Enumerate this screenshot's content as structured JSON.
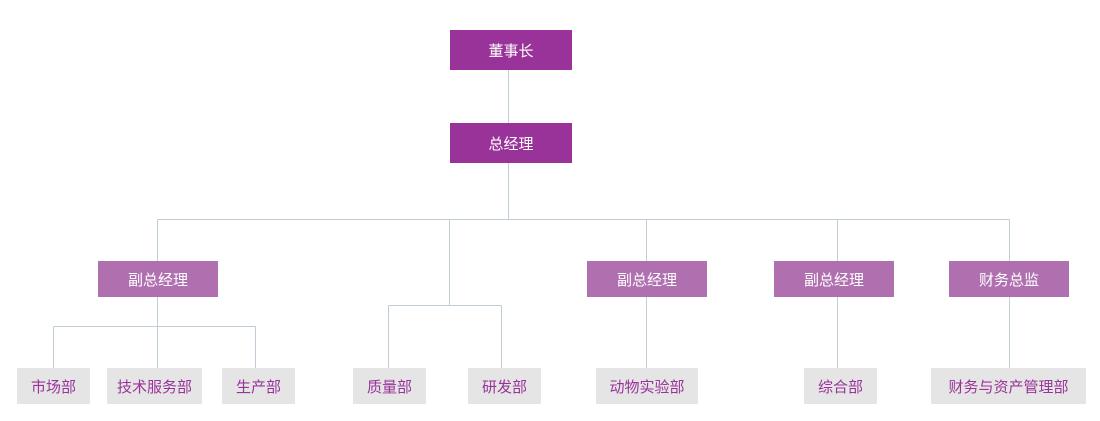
{
  "colors": {
    "top": "#993399",
    "middle": "#b070b0",
    "leaf_bg": "#e5e5e5",
    "leaf_text": "#993399",
    "connector": "#c0ccd6"
  },
  "chairman": "董事长",
  "gm": "总经理",
  "branches": [
    {
      "label": "副总经理",
      "children": [
        "市场部",
        "技术服务部",
        "生产部"
      ]
    },
    {
      "label": "",
      "children": [
        "质量部",
        "研发部"
      ]
    },
    {
      "label": "副总经理",
      "children": [
        "动物实验部"
      ]
    },
    {
      "label": "副总经理",
      "children": [
        "综合部"
      ]
    },
    {
      "label": "财务总监",
      "children": [
        "财务与资产管理部"
      ]
    }
  ]
}
